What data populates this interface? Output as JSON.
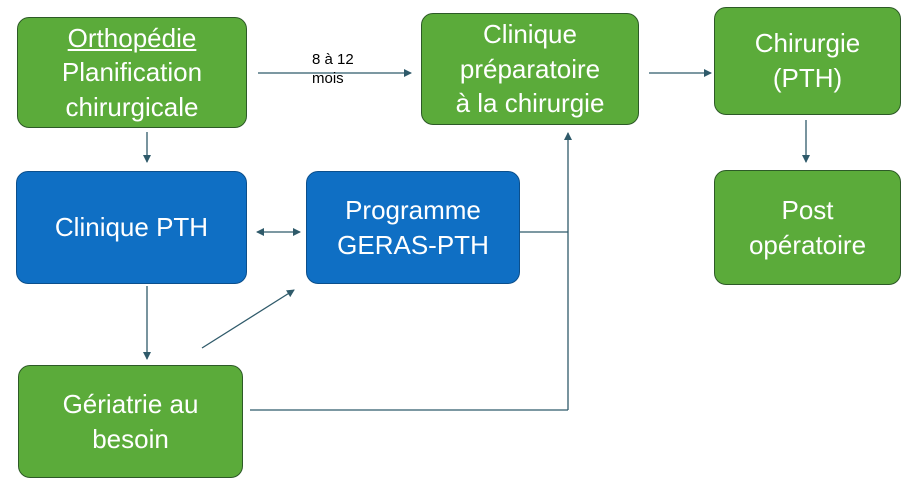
{
  "nodes": {
    "ortho": {
      "line1": "Orthopédie",
      "line2": "Planification",
      "line3": "chirurgicale"
    },
    "clinique_prep": {
      "line1": "Clinique",
      "line2": "préparatoire",
      "line3": "à la chirurgie"
    },
    "chirurgie": {
      "line1": "Chirurgie",
      "line2": "(PTH)"
    },
    "clinique_pth": {
      "line1": "Clinique PTH"
    },
    "geras": {
      "line1": "Programme",
      "line2": "GERAS-PTH"
    },
    "post_op": {
      "line1": "Post",
      "line2": "opératoire"
    },
    "geriatrie": {
      "line1": "Gériatrie au",
      "line2": "besoin"
    }
  },
  "edges": {
    "ortho_to_prep": {
      "label_line1": "8 à 12",
      "label_line2": "mois"
    }
  },
  "colors": {
    "green_fill": "#5bab3a",
    "green_border": "#2d5a27",
    "blue_fill": "#0f6fc4",
    "blue_border": "#0b4f8c",
    "arrow": "#2f5a6a"
  }
}
